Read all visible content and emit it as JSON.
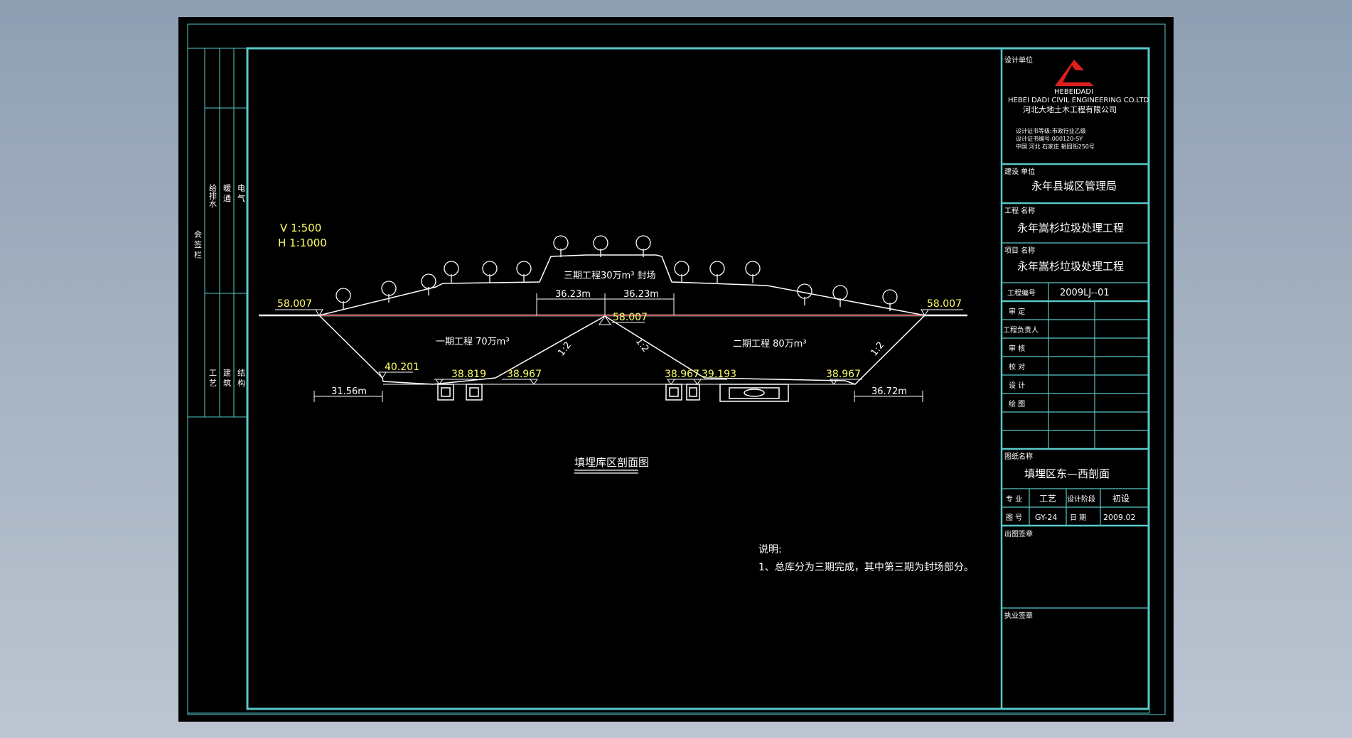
{
  "colors": {
    "frame": "#58c8c8",
    "line": "#ffffff",
    "elevation": "#ffff66",
    "tree": "#ffffff",
    "logo": "#e02020",
    "ground": "#b02020"
  },
  "scale": {
    "v": "V 1:500",
    "h": "H 1:1000"
  },
  "left_strip": {
    "col1": "会 签 栏",
    "col2a": "给排水",
    "col3a": "暖 通",
    "col4a": "电 气",
    "col2b": "工 艺",
    "col3b": "建 筑",
    "col4b": "结 构"
  },
  "section": {
    "phase1": "一期工程  70万m³",
    "phase2": "二期工程  80万m³",
    "phase3": "三期工程30万m³  封场",
    "elev_left_top": "58.007",
    "elev_right_top": "58.007",
    "elev_center": "58.007",
    "elev_40": "40.201",
    "elev_38819": "38.819",
    "elev_38967a": "38.967",
    "elev_38967b": "38.967",
    "elev_39193": "39.193",
    "elev_38967c": "38.967",
    "slope_a": "1:2",
    "slope_b": "1:2",
    "slope_c": "1:2",
    "dim_left": "31.56m",
    "dim_right": "36.72m",
    "dim_top_l": "36.23m",
    "dim_top_r": "36.23m"
  },
  "drawing_title": "填埋库区剖面图",
  "notes": {
    "heading": "说明:",
    "line1": "1、总库分为三期完成，其中第三期为封场部分。"
  },
  "title_block": {
    "design_unit_label": "设计单位",
    "company_abbr": "HEBEIDADI",
    "company_en": "HEBEI DADI CIVIL ENGINEERING CO.LTD",
    "company_cn": "河北大地土木工程有限公司",
    "cert_grade": "设计证书等级:市政行业乙级",
    "cert_no": "设计证书编号:000120-SY",
    "address": "中国 河北 石家庄 裕园街250号",
    "client_label": "建设 单位",
    "client": "永年县城区管理局",
    "project_label": "工程 名称",
    "project": "永年嵩杉垃圾处理工程",
    "item_label": "项目 名称",
    "item": "永年嵩杉垃圾处理工程",
    "project_no_label": "工程编号",
    "project_no": "2009LJ--01",
    "roles": [
      "审  定",
      "工程负责人",
      "审  核",
      "校  对",
      "设  计",
      "绘  图"
    ],
    "drawing_name_label": "图纸名称",
    "drawing_name": "填埋区东—西剖面",
    "discipline_label": "专  业",
    "discipline": "工艺",
    "stage_label": "设计阶段",
    "stage": "初设",
    "drawing_no_label": "图  号",
    "drawing_no": "GY-24",
    "date_label": "日  期",
    "date": "2009.02",
    "issue_seal_label": "出图签章",
    "practice_seal_label": "执业签章"
  }
}
